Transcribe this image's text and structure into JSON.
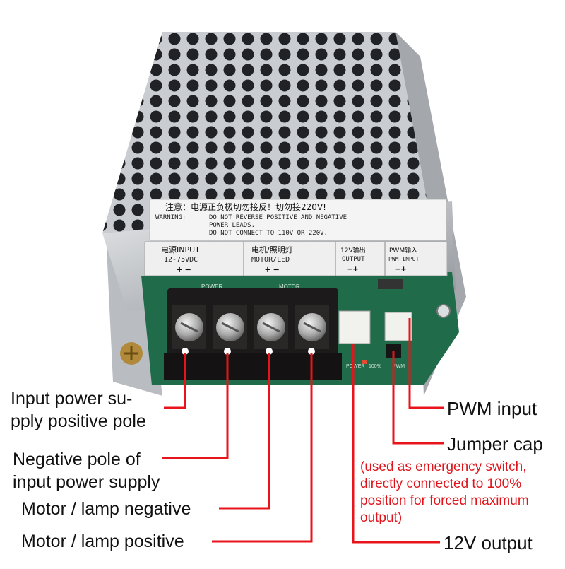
{
  "product": {
    "warning_cn": "注意：电源正负极切勿接反！切勿接220V!",
    "warning_title": "WARNING:",
    "warning_lines": [
      "DO NOT REVERSE POSITIVE AND NEGATIVE",
      "POWER LEADS.",
      "DO NOT CONNECT TO 110V OR 220V."
    ],
    "terminals": [
      {
        "cn": "电源INPUT",
        "en": "12-75VDC",
        "signs": "+  −"
      },
      {
        "cn": "电机/照明灯",
        "en": "MOTOR/LED",
        "signs": "+  −"
      },
      {
        "cn": "12V输出",
        "en": "OUTPUT",
        "signs": "−+"
      },
      {
        "cn": "PWM输入",
        "en": "PWM INPUT",
        "signs": "−+"
      }
    ],
    "pcb_labels": {
      "power": "POWER",
      "motor": "MOTOR",
      "pwr_led": "POWER",
      "pct": "100%",
      "pwm": "PWM"
    }
  },
  "callouts": {
    "input_positive": "Input power su-\npply positive pole",
    "input_negative": "Negative pole of\ninput power supply",
    "motor_negative": "Motor / lamp negative",
    "motor_positive": "Motor / lamp positive",
    "pwm_input": "PWM input",
    "jumper_cap": "Jumper cap",
    "jumper_note": "(used as emergency switch,\ndirectly connected to 100%\nposition for forced maximum\noutput)",
    "output_12v": "12V output"
  },
  "colors": {
    "leader": "#e8141b",
    "note_red": "#e0141b",
    "pcb": "#1f6b4a",
    "terminal": "#1c1a1a"
  }
}
